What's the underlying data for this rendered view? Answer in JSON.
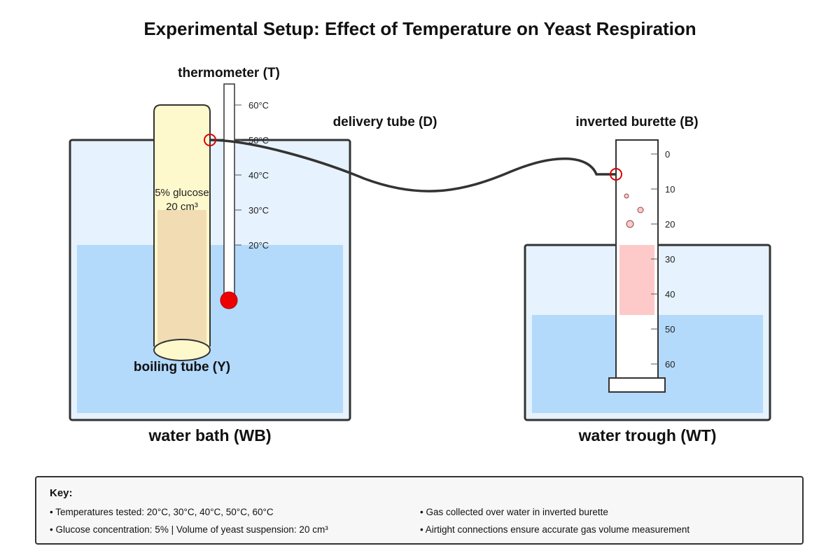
{
  "title": "Experimental Setup: Effect of Temperature on Yeast Respiration",
  "labels": {
    "thermometer": "thermometer (T)",
    "delivery_tube": "delivery tube (D)",
    "burette": "inverted burette (B)",
    "boiling_tube": "boiling tube (Y)",
    "water_bath": "water bath (WB)",
    "water_trough": "water trough (WT)",
    "tube_content_line1": "5% glucose",
    "tube_content_line2": "20 cm³"
  },
  "thermometer_scale": [
    "60°C",
    "50°C",
    "40°C",
    "30°C",
    "20°C"
  ],
  "burette_scale": [
    "0",
    "10",
    "20",
    "30",
    "40",
    "50",
    "60"
  ],
  "key": {
    "title": "Key:",
    "items": [
      "• Temperatures tested: 20°C, 30°C, 40°C, 50°C, 60°C",
      "• Glucose concentration: 5% | Volume of yeast suspension: 20 cm³",
      "• Gas collected over water in inverted burette",
      "• Airtight connections ensure accurate gas volume measurement"
    ]
  },
  "colors": {
    "water": "#b3d9fb",
    "container_fill": "#e6f2fd",
    "tube_fill": "#fef9cc",
    "yeast": "#f1dcb4",
    "gas": "#fec9c9",
    "thermometer_bulb": "#ee0000",
    "airtight_marker": "#dd0000"
  }
}
